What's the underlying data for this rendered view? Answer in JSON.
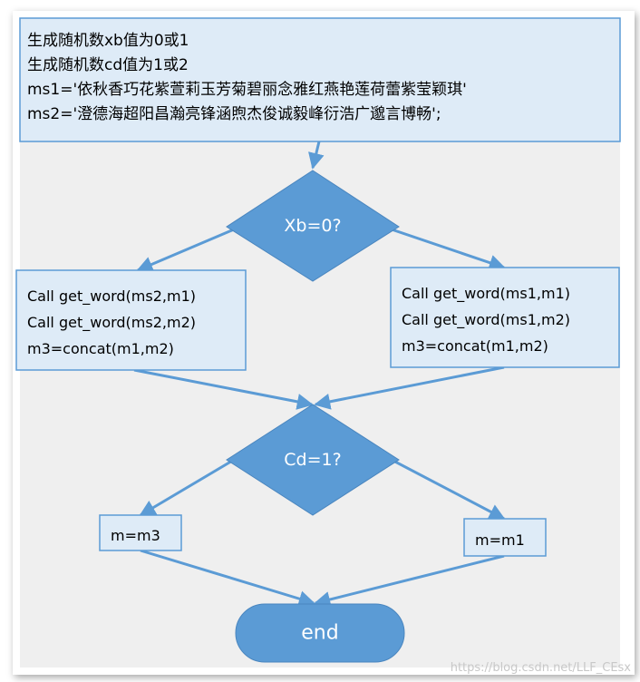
{
  "init_box": {
    "lines": [
      "生成随机数xb值为0或1",
      "生成随机数cd值为1或2",
      "ms1='依秋香巧花紫萱莉玉芳菊碧丽念雅红燕艳莲荷蕾紫莹颖琪'",
      "ms2='澄德海超阳昌瀚亮锋涵煦杰俊诚毅峰衍浩广邈言博畅';"
    ]
  },
  "decision1": {
    "label": "Xb=0?"
  },
  "left_branch": {
    "lines": [
      "Call get_word(ms2,m1)",
      "Call get_word(ms2,m2)",
      "m3=concat(m1,m2)"
    ]
  },
  "right_branch": {
    "lines": [
      "Call get_word(ms1,m1)",
      "Call get_word(ms1,m2)",
      "m3=concat(m1,m2)"
    ]
  },
  "decision2": {
    "label": "Cd=1?"
  },
  "assign_left": {
    "label": "m=m3"
  },
  "assign_right": {
    "label": "m=m1"
  },
  "terminal": {
    "label": "end"
  },
  "watermark": "https://blog.csdn.net/LLF_CEsx",
  "colors": {
    "box_fill": "#deebf7",
    "box_stroke": "#5b9bd5",
    "shape_fill": "#5b9bd5",
    "arrow": "#5b9bd5"
  }
}
